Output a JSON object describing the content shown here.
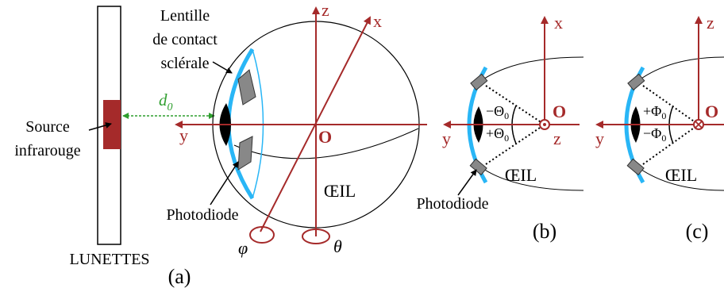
{
  "panel_a": {
    "glasses_label": "LUNETTES",
    "source_label_line1": "Source",
    "source_label_line2": "infrarouge",
    "lens_label_line1": "Lentille",
    "lens_label_line2": "de contact",
    "lens_label_line3": "sclérale",
    "distance_label": "d",
    "distance_subscript": "0",
    "photodiode_label": "Photodiode",
    "eye_label": "ŒIL",
    "axis_x": "x",
    "axis_y": "y",
    "axis_z": "z",
    "origin": "O",
    "phi": "φ",
    "theta": "θ",
    "caption": "(a)"
  },
  "panel_b": {
    "axis_x": "x",
    "axis_y": "y",
    "axis_z": "z",
    "origin": "O",
    "angle_neg": "−Θ",
    "angle_pos": "+Θ",
    "angle_sub": "0",
    "eye_label": "ŒIL",
    "photodiode_label": "Photodiode",
    "caption": "(b)"
  },
  "panel_c": {
    "axis_z": "z",
    "axis_y": "y",
    "origin": "O",
    "angle_pos": "+Φ",
    "angle_neg": "−Φ",
    "angle_sub": "0",
    "eye_label": "ŒIL",
    "caption": "(c)"
  },
  "colors": {
    "axis": "#a52a2a",
    "lens": "#29b6f6",
    "distance": "#2e9e2e",
    "source": "#a52a2a",
    "photodiode": "#888888"
  }
}
